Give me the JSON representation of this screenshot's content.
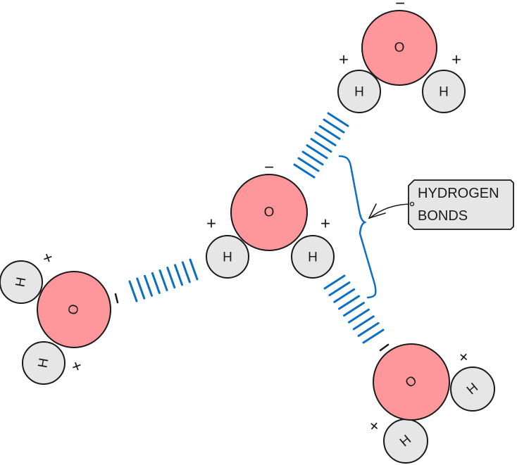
{
  "diagram": {
    "title": "Hydrogen bonding between water molecules",
    "atom_labels": {
      "oxygen": "O",
      "hydrogen": "H"
    },
    "charges": {
      "negative": "−",
      "positive": "+"
    },
    "label_tag": {
      "line1": "HYDROGEN",
      "line2": "BONDS"
    },
    "colors": {
      "oxygen_fill": "#fe979b",
      "hydrogen_fill": "#e6e6e6",
      "bond_color": "#0b6fc4",
      "outline": "#1a1a1a"
    },
    "molecules": [
      {
        "id": "top-right",
        "atoms": [
          "O",
          "H",
          "H"
        ]
      },
      {
        "id": "center",
        "atoms": [
          "O",
          "H",
          "H"
        ]
      },
      {
        "id": "left",
        "atoms": [
          "O",
          "H",
          "H"
        ]
      },
      {
        "id": "bottom-right",
        "atoms": [
          "O",
          "H",
          "H"
        ]
      }
    ],
    "hydrogen_bonds": [
      {
        "from": "center-H-right",
        "to": "bottom-right-O"
      },
      {
        "from": "center-O",
        "to": "top-right-H-left"
      },
      {
        "from": "center-H-left",
        "to": "left-O"
      }
    ]
  }
}
